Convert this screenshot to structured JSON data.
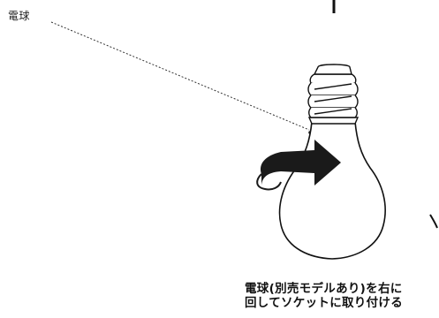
{
  "labels": {
    "bulb_callout": "電球"
  },
  "caption": {
    "line1": "電球(別売モデルあり)を右に",
    "line2": "回してソケットに取り付ける"
  }
}
